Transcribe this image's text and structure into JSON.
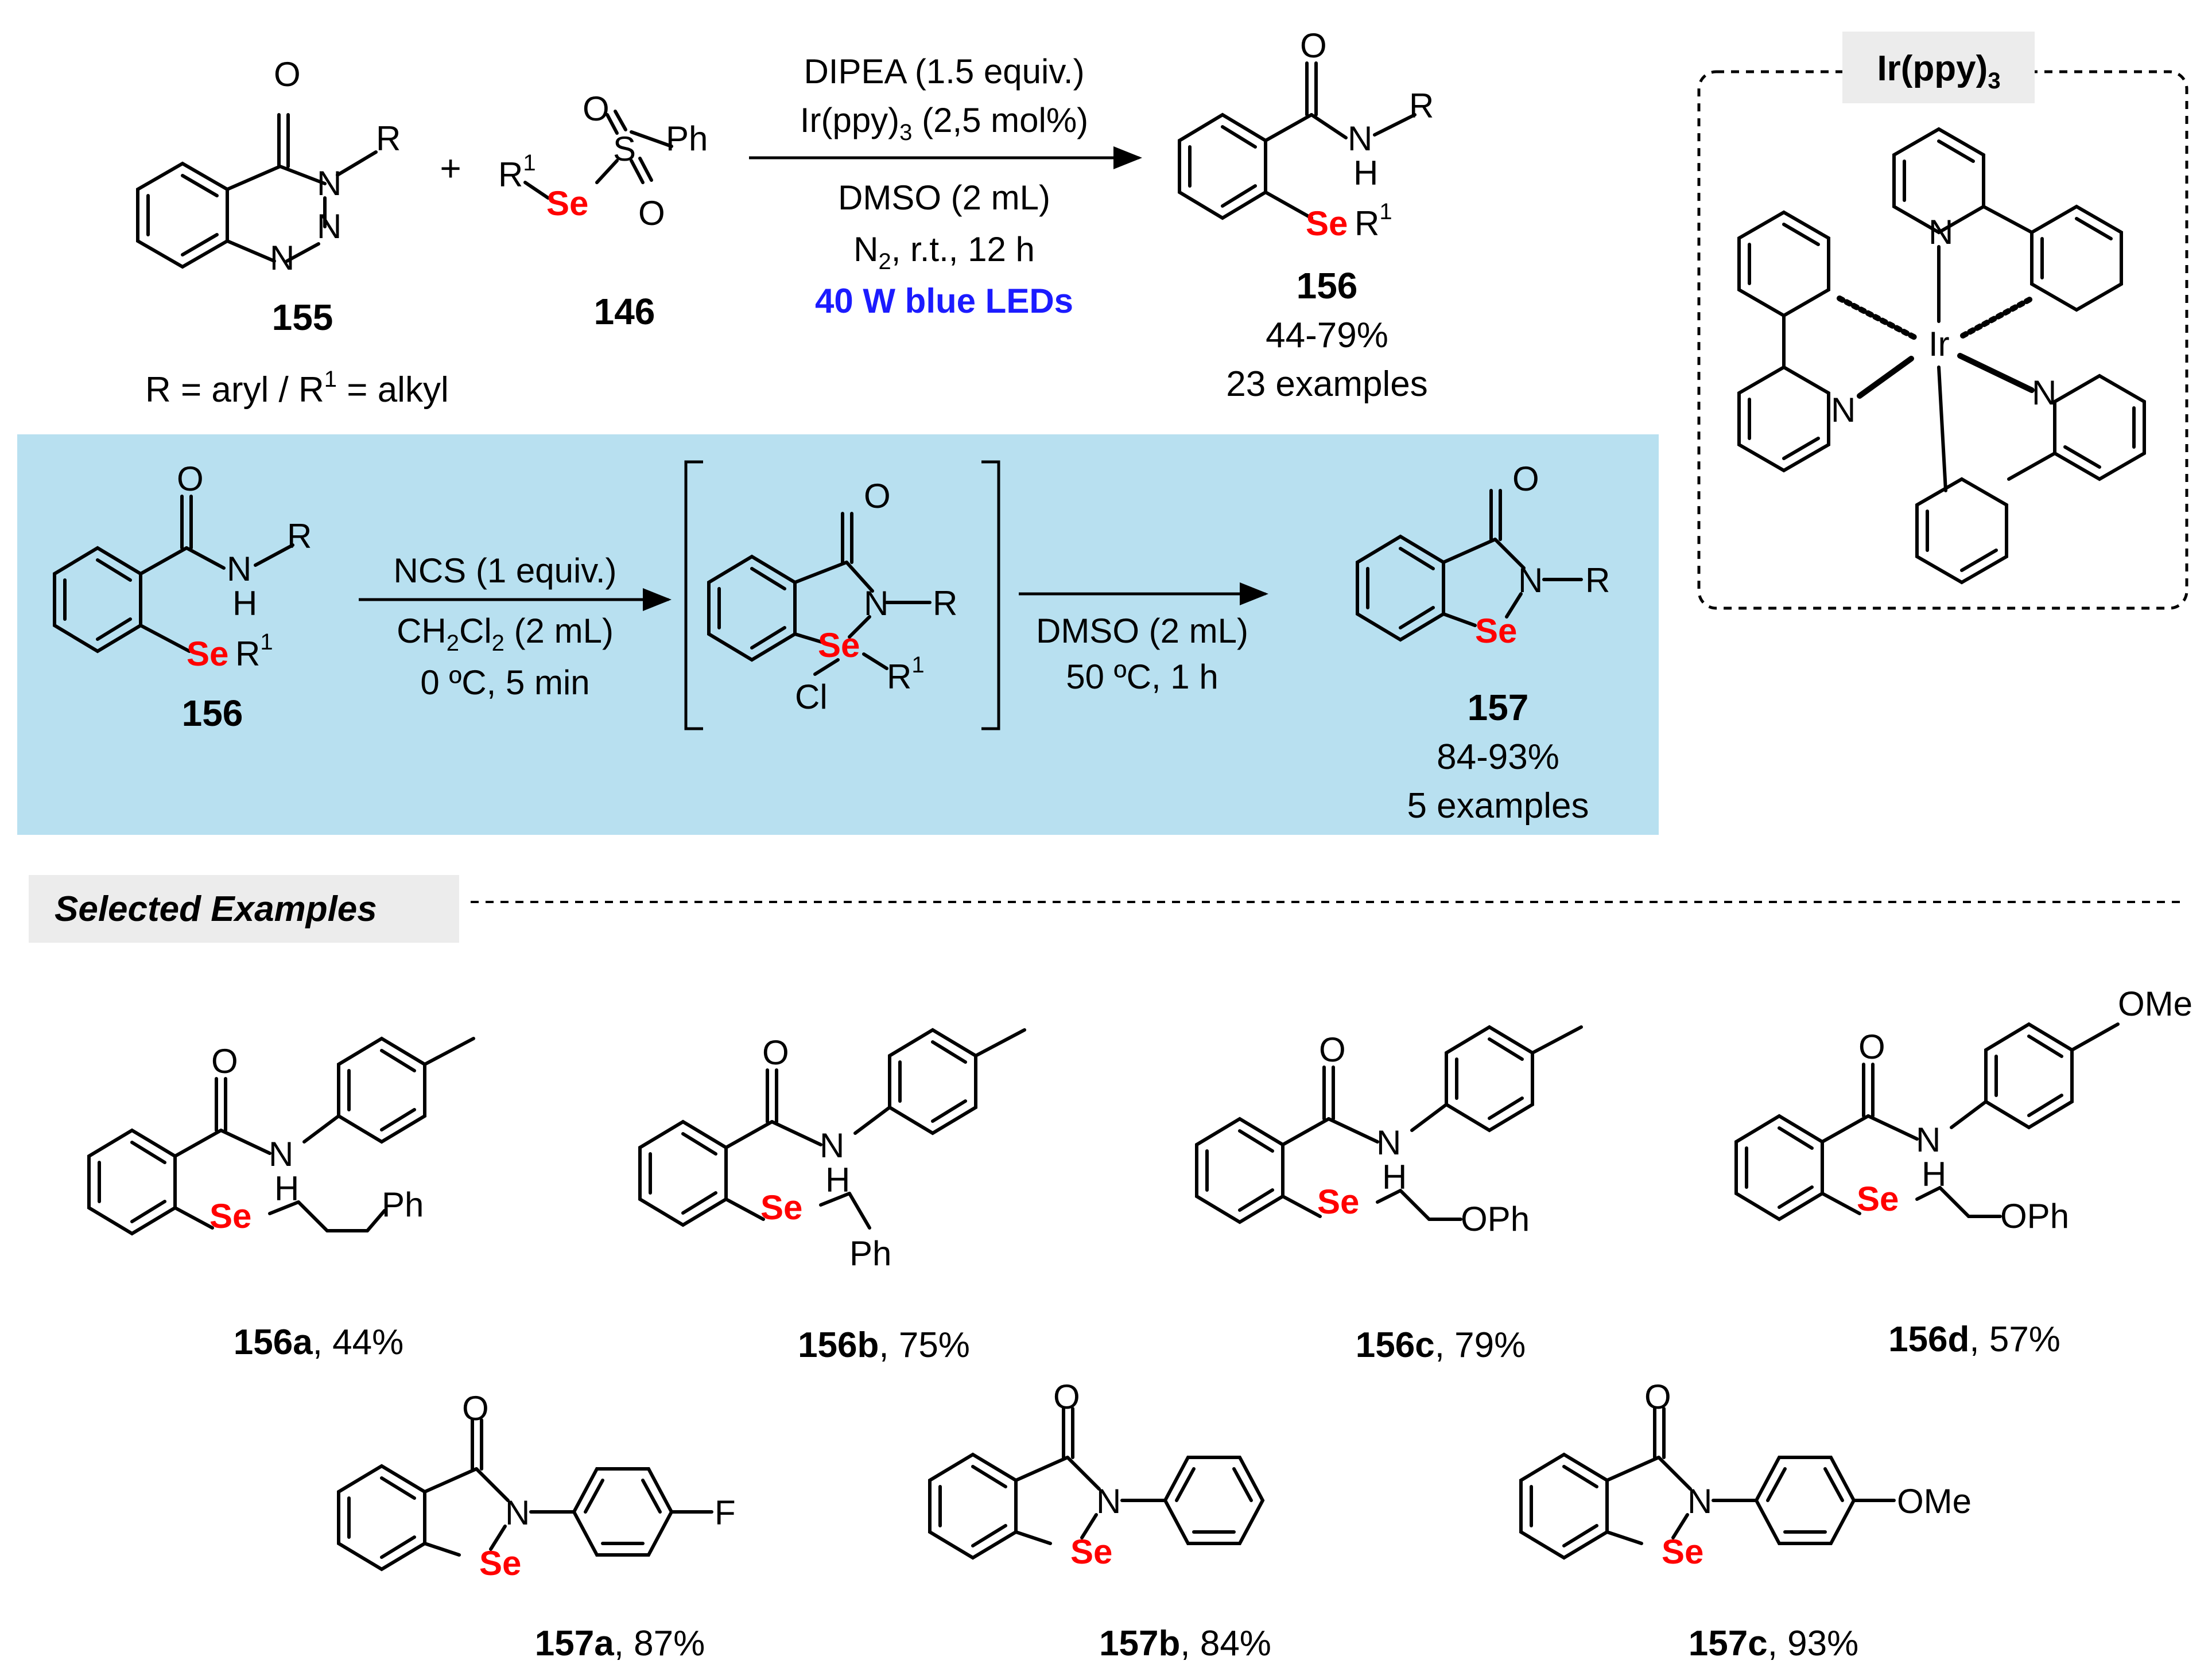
{
  "colors": {
    "selenium": "#ff0000",
    "blue_leds": "#1b1bff",
    "panel": "#b8e0f0",
    "tag_bg": "#ececec",
    "bond": "#000000"
  },
  "top_reaction": {
    "compound_155": {
      "id": "155",
      "atoms": {
        "O": "O",
        "N2": "N",
        "R": "R",
        "N3": "N",
        "N1": "N"
      },
      "note": "R = aryl / R",
      "note_sup": "1",
      "note_tail": " = alkyl"
    },
    "plus": "+",
    "compound_146": {
      "id": "146",
      "R": "R",
      "R_sup": "1",
      "Se": "Se",
      "S": "S",
      "O1": "O",
      "O2": "O",
      "Ph": "Ph"
    },
    "conditions": {
      "line1": "DIPEA (1.5 equiv.)",
      "line2_a": "Ir(ppy)",
      "line2_sub": "3",
      "line2_b": " (2,5 mol%)",
      "line3": "DMSO (2 mL)",
      "line4_a": "N",
      "line4_sub": "2",
      "line4_b": ", r.t., 12 h",
      "line5": "40 W blue LEDs"
    },
    "product_156": {
      "id": "156",
      "yield": "44-79%",
      "examples": "23 examples",
      "O": "O",
      "N": "N",
      "H": "H",
      "R": "R",
      "Se": "Se",
      "R1": "R",
      "R1_sup": "1"
    }
  },
  "catalyst": {
    "title_a": "Ir(ppy)",
    "title_sub": "3",
    "Ir": "Ir",
    "N": "N"
  },
  "panel": {
    "start_156": {
      "id": "156",
      "O": "O",
      "N": "N",
      "H": "H",
      "R": "R",
      "Se": "Se",
      "R1": "R",
      "R1_sup": "1"
    },
    "step1": {
      "line1": "NCS (1 equiv.)",
      "line2_a": "CH",
      "line2_sub1": "2",
      "line2_b": "Cl",
      "line2_sub2": "2",
      "line2_c": " (2 mL)",
      "line3": "0 ºC, 5 min"
    },
    "intermediate": {
      "O": "O",
      "N": "N",
      "R": "R",
      "Se": "Se",
      "Cl": "Cl",
      "R1": "R",
      "R1_sup": "1"
    },
    "step2": {
      "line1": "DMSO (2 mL)",
      "line2": "50 ºC, 1 h"
    },
    "product_157": {
      "id": "157",
      "yield": "84-93%",
      "examples": "5 examples",
      "O": "O",
      "N": "N",
      "R": "R",
      "Se": "Se"
    }
  },
  "selected_examples": {
    "heading": "Selected Examples",
    "items": [
      {
        "id": "156a",
        "yield": ", 44%",
        "Se": "Se",
        "tail": "Ph",
        "O": "O",
        "N": "N",
        "H": "H"
      },
      {
        "id": "156b",
        "yield": ", 75%",
        "Se": "Se",
        "tail": "Ph",
        "O": "O",
        "N": "N",
        "H": "H"
      },
      {
        "id": "156c",
        "yield": ", 79%",
        "Se": "Se",
        "tail": "OPh",
        "O": "O",
        "N": "N",
        "H": "H"
      },
      {
        "id": "156d",
        "yield": ", 57%",
        "Se": "Se",
        "tail": "OPh",
        "O": "O",
        "N": "N",
        "H": "H",
        "sub": "OMe"
      },
      {
        "id": "157a",
        "yield": ", 87%",
        "Se": "Se",
        "O": "O",
        "N": "N",
        "sub": "F"
      },
      {
        "id": "157b",
        "yield": ", 84%",
        "Se": "Se",
        "O": "O",
        "N": "N"
      },
      {
        "id": "157c",
        "yield": ", 93%",
        "Se": "Se",
        "O": "O",
        "N": "N",
        "sub": "OMe"
      }
    ]
  }
}
